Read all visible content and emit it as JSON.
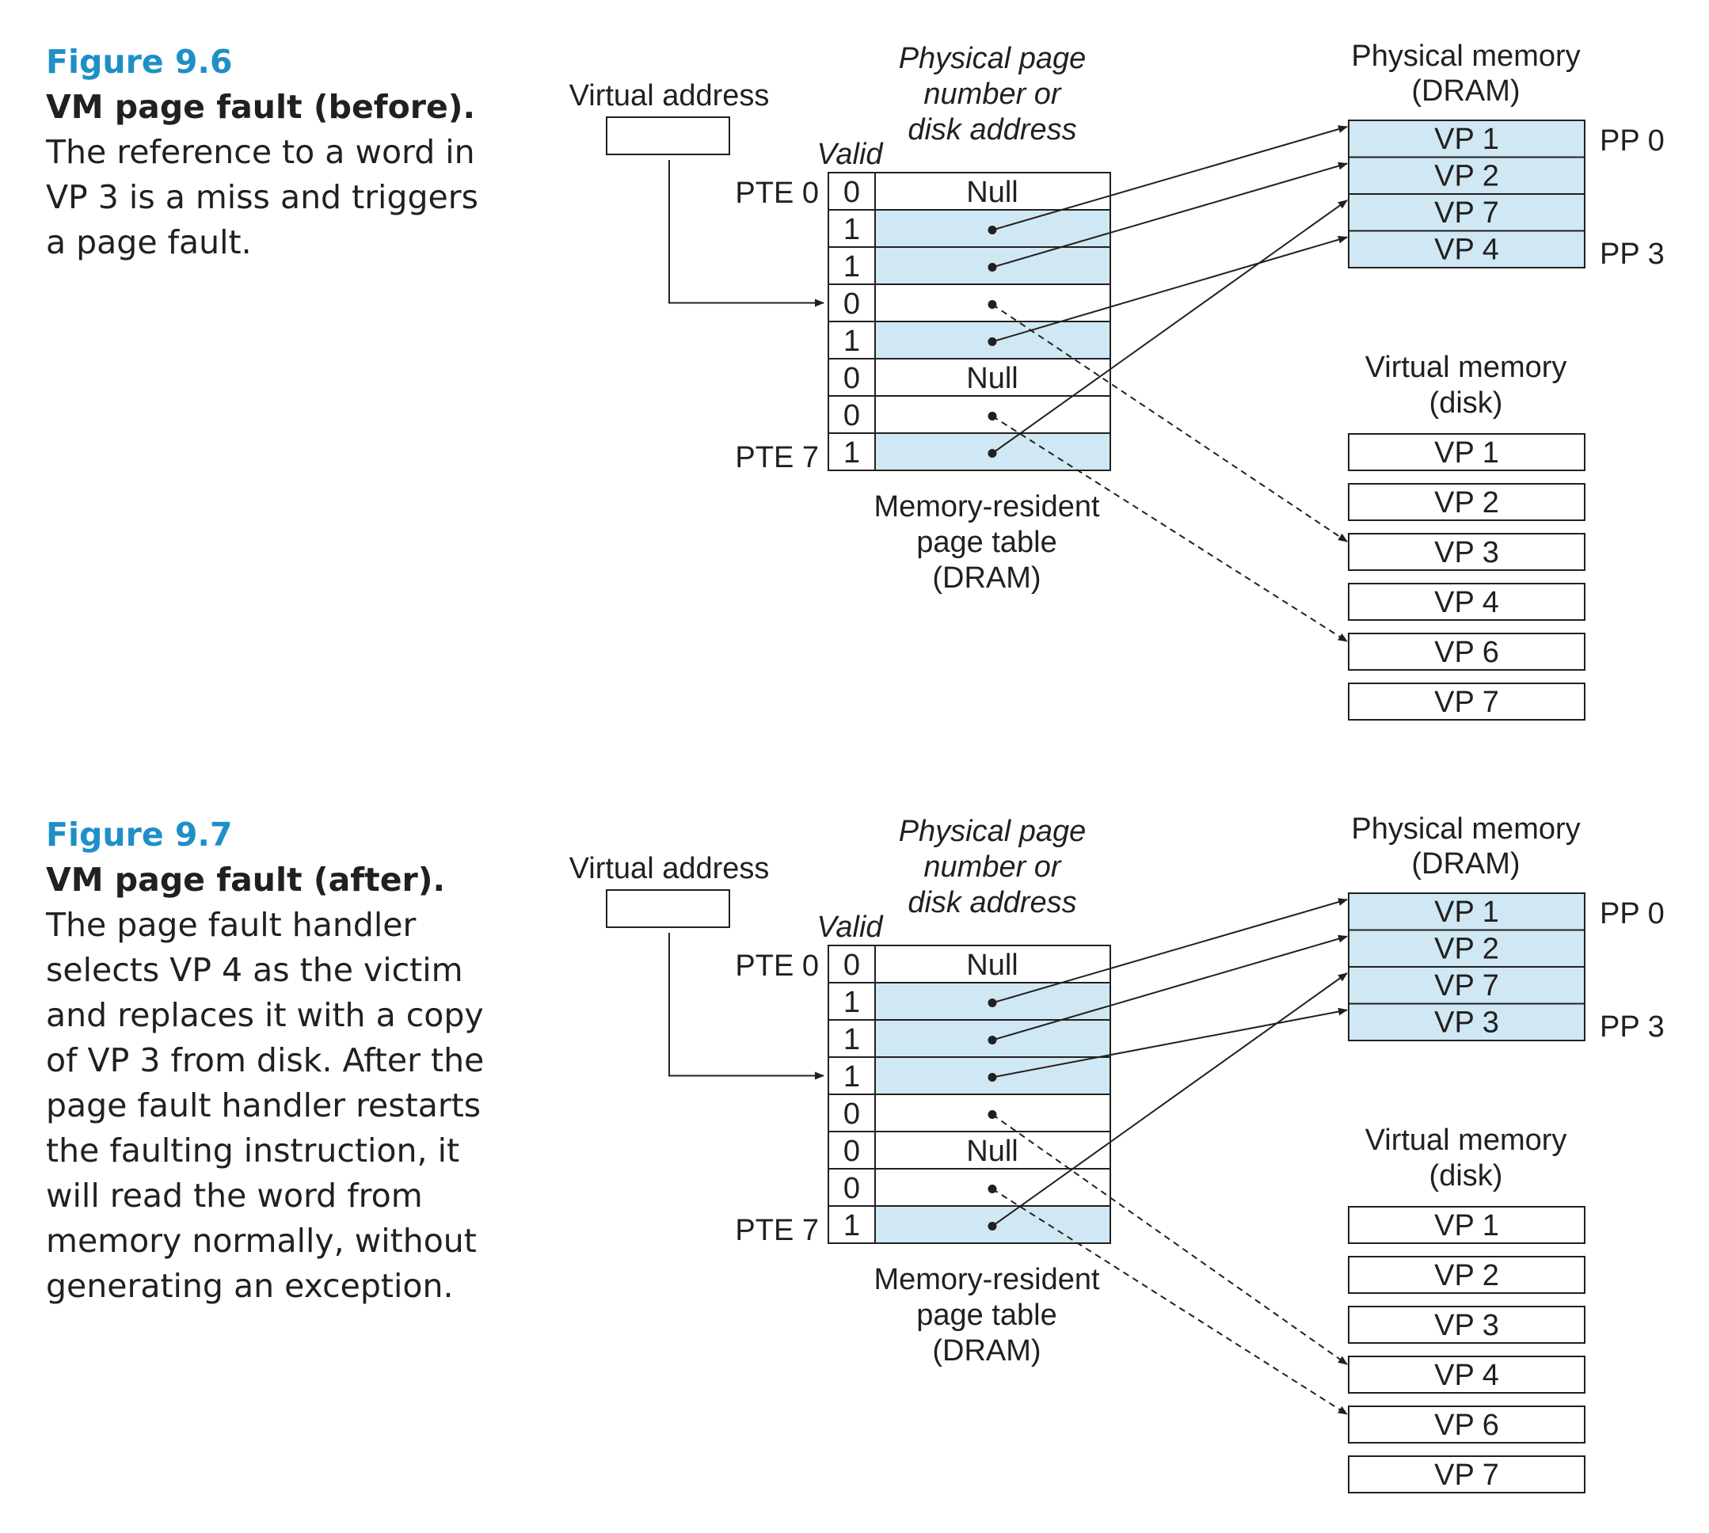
{
  "colors": {
    "accent": "#1f8fc6",
    "resident_fill": "#cfe8f3",
    "ink": "#231f20"
  },
  "labels": {
    "virtual_address": "Virtual address",
    "ppn_header": [
      "Physical page",
      "number or",
      "disk address"
    ],
    "valid": "Valid",
    "pte0": "PTE 0",
    "pte7": "PTE 7",
    "page_table_caption": [
      "Memory-resident",
      "page table",
      "(DRAM)"
    ],
    "physical_memory_title": [
      "Physical memory",
      "(DRAM)"
    ],
    "virtual_memory_title": [
      "Virtual memory",
      "(disk)"
    ],
    "pp0": "PP 0",
    "pp3": "PP 3",
    "null": "Null"
  },
  "figures": [
    {
      "label": "Figure 9.6",
      "title": "VM page fault (before).",
      "body": "The reference to a word in VP 3 is a miss and triggers a page fault.",
      "pte_valid": [
        "0",
        "1",
        "1",
        "0",
        "1",
        "0",
        "0",
        "1"
      ],
      "pte_null": [
        true,
        false,
        false,
        false,
        false,
        true,
        false,
        false
      ],
      "pte_resident": [
        false,
        true,
        true,
        false,
        true,
        false,
        false,
        true
      ],
      "va_target_row": 3,
      "physical_pages": [
        "VP 1",
        "VP 2",
        "VP 7",
        "VP 4"
      ],
      "disk_pages": [
        "VP 1",
        "VP 2",
        "VP 3",
        "VP 4",
        "VP 6",
        "VP 7"
      ],
      "solid_links": [
        [
          1,
          0
        ],
        [
          2,
          1
        ],
        [
          4,
          3
        ],
        [
          7,
          2
        ]
      ],
      "dashed_links": [
        [
          3,
          2
        ],
        [
          6,
          4
        ]
      ]
    },
    {
      "label": "Figure 9.7",
      "title": "VM page fault (after).",
      "body": "The page fault handler selects VP 4 as the victim and replaces it with a copy of VP 3 from disk. After the page fault handler restarts the faulting instruction, it will read the word from memory normally, without generating an exception.",
      "pte_valid": [
        "0",
        "1",
        "1",
        "1",
        "0",
        "0",
        "0",
        "1"
      ],
      "pte_null": [
        true,
        false,
        false,
        false,
        false,
        true,
        false,
        false
      ],
      "pte_resident": [
        false,
        true,
        true,
        true,
        false,
        false,
        false,
        true
      ],
      "va_target_row": 3,
      "physical_pages": [
        "VP 1",
        "VP 2",
        "VP 7",
        "VP 3"
      ],
      "disk_pages": [
        "VP 1",
        "VP 2",
        "VP 3",
        "VP 4",
        "VP 6",
        "VP 7"
      ],
      "solid_links": [
        [
          1,
          0
        ],
        [
          2,
          1
        ],
        [
          3,
          3
        ],
        [
          7,
          2
        ]
      ],
      "dashed_links": [
        [
          4,
          3
        ],
        [
          6,
          4
        ]
      ]
    }
  ]
}
